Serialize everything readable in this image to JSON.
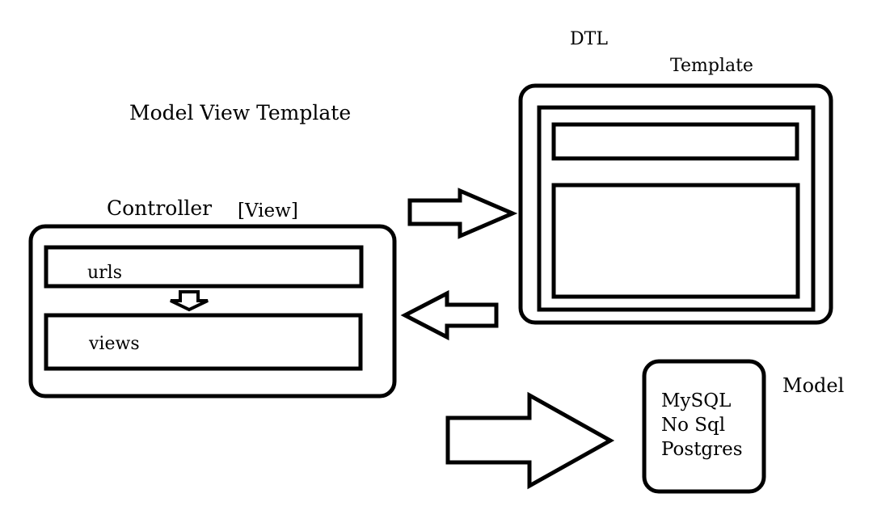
{
  "title": "Model View Template",
  "template_section": {
    "dtl_label": "DTL",
    "template_label": "Template"
  },
  "controller_section": {
    "controller_label": "Controller",
    "view_label": "[View]",
    "urls_label": "urls",
    "views_label": "views"
  },
  "model_section": {
    "model_label": "Model",
    "databases": [
      "MySQL",
      "No Sql",
      "Postgres"
    ]
  },
  "arrows": [
    {
      "name": "arrow-to-template",
      "direction": "right"
    },
    {
      "name": "arrow-from-template",
      "direction": "left"
    },
    {
      "name": "arrow-to-model",
      "direction": "right"
    },
    {
      "name": "arrow-urls-to-views",
      "direction": "down"
    }
  ],
  "colors": {
    "stroke": "#000000",
    "fill": "#ffffff"
  }
}
